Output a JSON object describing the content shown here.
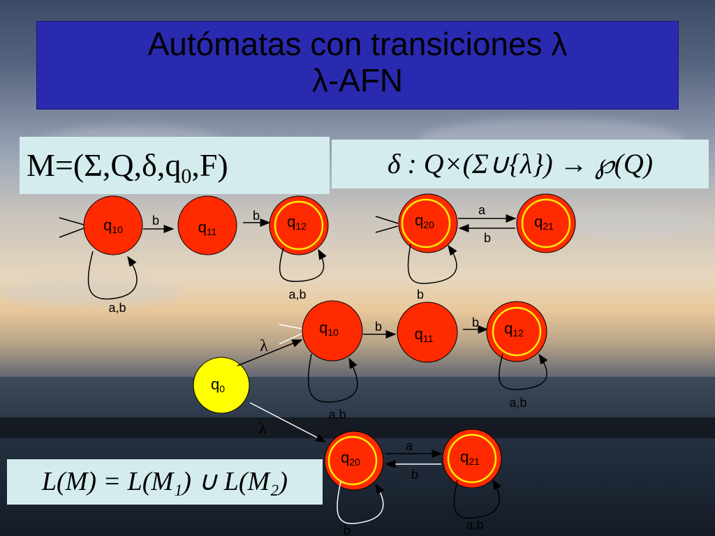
{
  "title": {
    "line1": "Autómatas con transiciones λ",
    "line2": "λ-AFN"
  },
  "machine_tuple": {
    "prefix": "M=(Σ,Q,δ,q",
    "sub": "0",
    "suffix": ",F)"
  },
  "transition_function": {
    "text": "δ : Q×(Σ∪{λ}) → ℘(Q)"
  },
  "language": {
    "text": "L(M) = L(M₁) ∪ L(M₂)"
  },
  "states": {
    "q10": {
      "base": "q",
      "sub": "10"
    },
    "q11": {
      "base": "q",
      "sub": "11"
    },
    "q12": {
      "base": "q",
      "sub": "12"
    },
    "q20": {
      "base": "q",
      "sub": "20"
    },
    "q21": {
      "base": "q",
      "sub": "21"
    },
    "q0": {
      "base": "q",
      "sub": "0"
    }
  },
  "labels": {
    "b": "b",
    "a": "a",
    "ab": "a,b",
    "lambda": "λ"
  },
  "colors": {
    "state_fill": "#ff2a00",
    "final_ring": "#ffee00",
    "start_fill": "#ffff00",
    "title_bg": "#2a2ab0",
    "formula_bg": "#d4ecee"
  }
}
